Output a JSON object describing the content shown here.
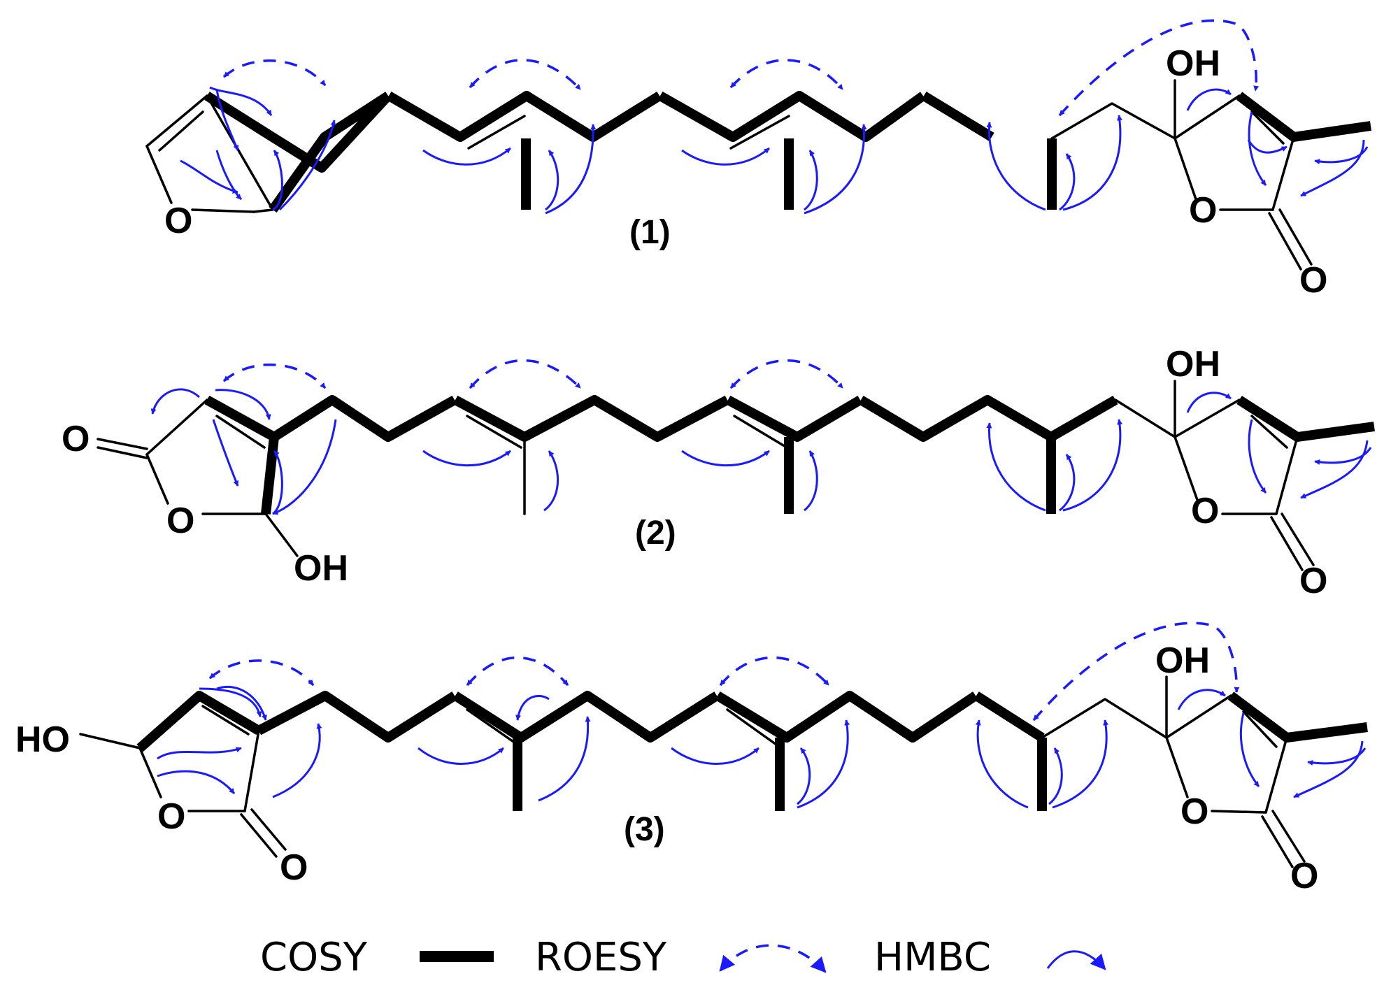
{
  "atom_labels": {
    "O": "O",
    "OH": "OH",
    "HO": "HO"
  },
  "compounds": [
    {
      "label": "(1)"
    },
    {
      "label": "(2)"
    },
    {
      "label": "(3)"
    }
  ],
  "legend": {
    "cosy": "COSY",
    "roesy": "ROESY",
    "hmbc": "HMBC"
  },
  "colors": {
    "bonds": "#000000",
    "correlations": "#1a1aff"
  }
}
